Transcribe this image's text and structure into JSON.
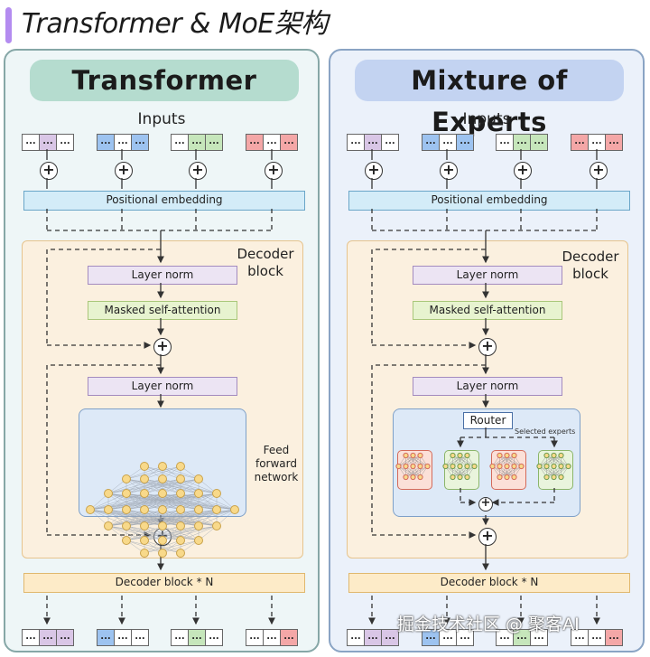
{
  "page_title": "Transformer & MoE架构",
  "watermark": "掘金技术社区 @ 聚客AI",
  "colors": {
    "accent": "#b48cf0",
    "token_purple": "#d9c6e6",
    "token_blue": "#9dc3f0",
    "token_green": "#c6e6bb",
    "token_red": "#f4a7a7"
  },
  "token_text": "...",
  "left": {
    "title": "Transformer",
    "inputs_label": "Inputs",
    "positional_embedding": "Positional embedding",
    "decoder_block_label": "Decoder\nblock",
    "layer_norm_1": "Layer norm",
    "masked_self_attention": "Masked self-attention",
    "layer_norm_2": "Layer norm",
    "ffn_label": "Feed\nforward\nnetwork",
    "decoder_n": "Decoder block * N"
  },
  "right": {
    "title": "Mixture of Experts",
    "inputs_label": "Inputs",
    "positional_embedding": "Positional embedding",
    "decoder_block_label": "Decoder\nblock",
    "layer_norm_1": "Layer norm",
    "masked_self_attention": "Masked self-attention",
    "layer_norm_2": "Layer norm",
    "router": "Router",
    "selected_experts": "Selected experts",
    "decoder_n": "Decoder block * N"
  }
}
